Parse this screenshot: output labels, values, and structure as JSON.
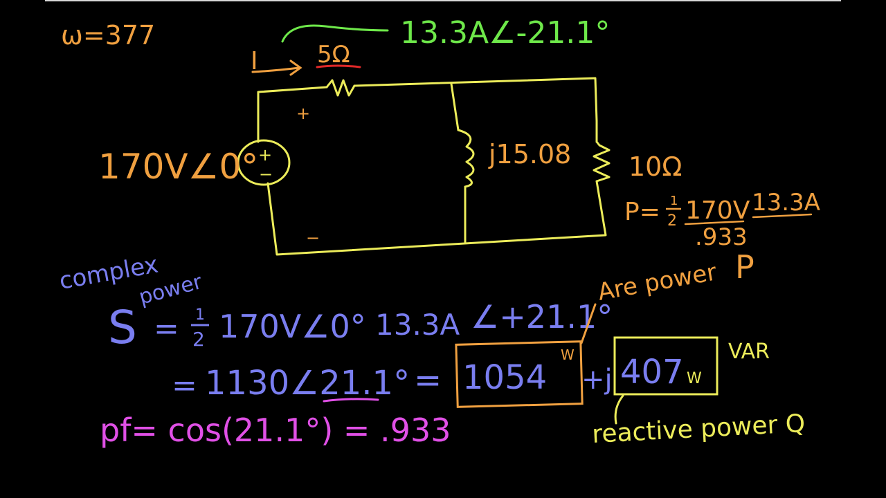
{
  "colors": {
    "background": "#000000",
    "circuit": "#ecec5a",
    "orange": "#f0a040",
    "green": "#6ee84a",
    "blue": "#7a7ef0",
    "magenta": "#e050e6",
    "red": "#e02828",
    "frame_line": "#d8d8d8"
  },
  "notes": {
    "omega": "ω=377",
    "current_label": "I",
    "current_value": "13.3A∠-21.1°",
    "r1": "5Ω",
    "source": "170V∠0°",
    "source_plus": "+",
    "source_minus": "−",
    "node_plus": "+",
    "node_minus": "−",
    "inductor": "j15.08",
    "r2": "10Ω"
  },
  "power_calc": {
    "p_prefix": "P=",
    "half_num": "1",
    "half_den": "2",
    "voltage": "170V",
    "current": "13.3A",
    "pf_value": ".933",
    "p_symbol": "P"
  },
  "complex_power": {
    "label_1": "complex",
    "label_2": "power",
    "s_symbol": "S",
    "equals": "=",
    "half_num": "1",
    "half_den": "2",
    "voltage": "170V∠0°",
    "current": "13.3A",
    "angle": "∠+21.1°",
    "line2_equals": "=",
    "magnitude": "1130∠21.1°",
    "equals_2": "=",
    "real": "1054",
    "real_unit": "W",
    "plus_j": "+j",
    "imag": "407",
    "imag_unit": "W",
    "var_label": "VAR",
    "are_power": "Are power",
    "reactive_label": "reactive power Q"
  },
  "power_factor": {
    "text": "pf= cos(21.1°) = .933"
  }
}
